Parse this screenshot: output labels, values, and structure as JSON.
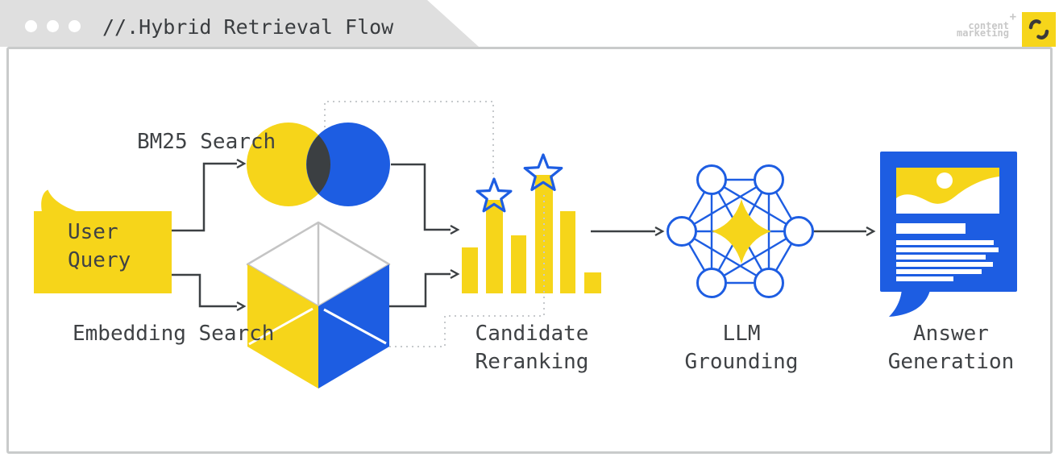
{
  "window": {
    "title": "//.Hybrid Retrieval Flow",
    "traffic_dots": 3
  },
  "brand": {
    "plus": "+",
    "line1": "content",
    "line2": "marketing"
  },
  "labels": {
    "user_query_line1": "User",
    "user_query_line2": "Query",
    "bm25": "BM25 Search",
    "embedding": "Embedding Search",
    "rerank_line1": "Candidate",
    "rerank_line2": "Reranking",
    "llm_line1": "LLM",
    "llm_line2": "Grounding",
    "answer_line1": "Answer",
    "answer_line2": "Generation"
  },
  "flow_connections": [
    "User Query → BM25 Search",
    "User Query → Embedding Search",
    "BM25 Search → Candidate Reranking",
    "Embedding Search → Candidate Reranking",
    "Candidate Reranking → LLM Grounding",
    "LLM Grounding → Answer Generation"
  ],
  "colors": {
    "yellow": "#f6d51a",
    "blue": "#1d5de2",
    "ink": "#3f4245",
    "venn_overlap": "#3b3f42",
    "tab_gray": "#dfdfdf",
    "panel_border": "#c9cbcb",
    "dotted_gray": "#c6c9cc",
    "brand_gray": "#c8c8c8"
  }
}
